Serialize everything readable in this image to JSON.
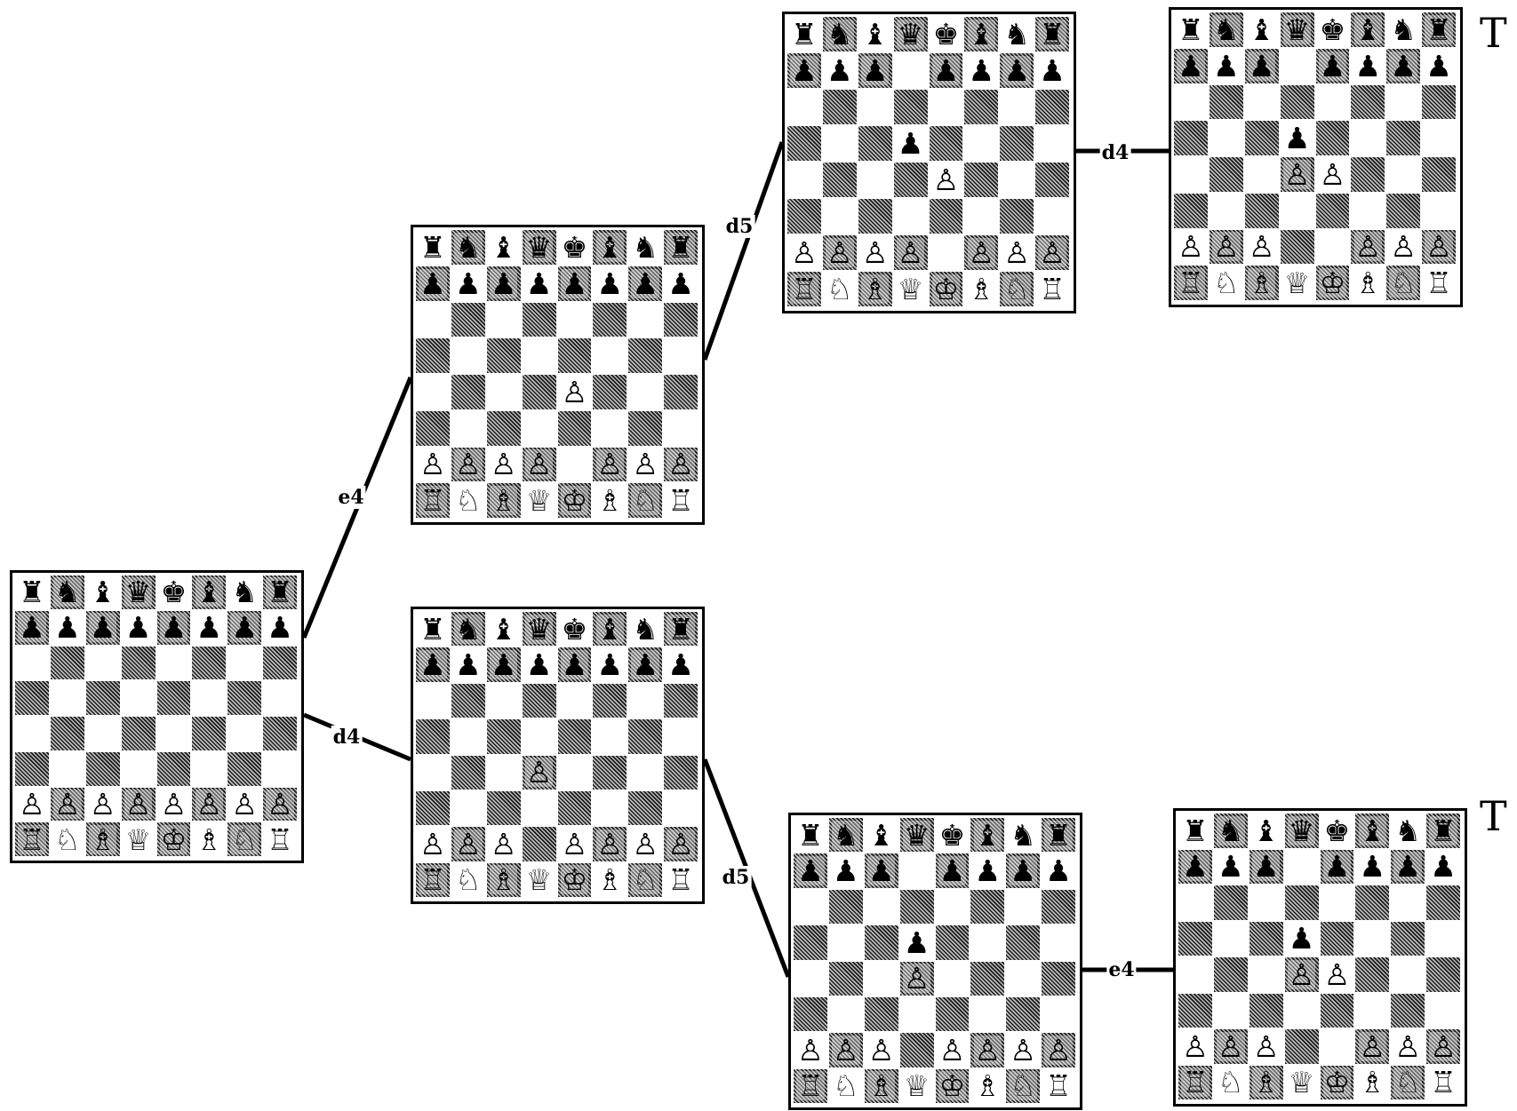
{
  "diagram": {
    "positions": [
      {
        "id": "start",
        "ranks": [
          "rnbqkbnr",
          "pppppppp",
          "........",
          "........",
          "........",
          "........",
          "PPPPPPPP",
          "RNBQKBNR"
        ]
      },
      {
        "id": "after-e4",
        "ranks": [
          "rnbqkbnr",
          "pppppppp",
          "........",
          "........",
          "....P...",
          "........",
          "PPPP.PPP",
          "RNBQKBNR"
        ]
      },
      {
        "id": "after-d4",
        "ranks": [
          "rnbqkbnr",
          "pppppppp",
          "........",
          "........",
          "...P....",
          "........",
          "PPP.PPPP",
          "RNBQKBNR"
        ]
      },
      {
        "id": "after-e4-d5",
        "ranks": [
          "rnbqkbnr",
          "ppp.pppp",
          "........",
          "...p....",
          "....P...",
          "........",
          "PPPP.PPP",
          "RNBQKBNR"
        ]
      },
      {
        "id": "after-e4-d5-d4",
        "ranks": [
          "rnbqkbnr",
          "ppp.pppp",
          "........",
          "...p....",
          "...PP...",
          "........",
          "PPP..PPP",
          "RNBQKBNR"
        ]
      },
      {
        "id": "after-d4-d5",
        "ranks": [
          "rnbqkbnr",
          "ppp.pppp",
          "........",
          "...p....",
          "...P....",
          "........",
          "PPP.PPPP",
          "RNBQKBNR"
        ]
      },
      {
        "id": "after-d4-d5-e4",
        "ranks": [
          "rnbqkbnr",
          "ppp.pppp",
          "........",
          "...p....",
          "...PP...",
          "........",
          "PPP..PPP",
          "RNBQKBNR"
        ]
      }
    ],
    "moves": [
      {
        "from": "start",
        "to": "after-e4",
        "label": "e4"
      },
      {
        "from": "start",
        "to": "after-d4",
        "label": "d4"
      },
      {
        "from": "after-e4",
        "to": "after-e4-d5",
        "label": "d5"
      },
      {
        "from": "after-e4-d5",
        "to": "after-e4-d5-d4",
        "label": "d4"
      },
      {
        "from": "after-d4",
        "to": "after-d4-d5",
        "label": "d5"
      },
      {
        "from": "after-d4-d5",
        "to": "after-d4-d5-e4",
        "label": "e4"
      }
    ],
    "terminal_marks": [
      {
        "position": "after-e4-d5-d4",
        "label": "T"
      },
      {
        "position": "after-d4-d5-e4",
        "label": "T"
      }
    ],
    "pieces": {
      "K": "♔",
      "Q": "♕",
      "R": "♖",
      "B": "♗",
      "N": "♘",
      "P": "♙",
      "k": "♚",
      "q": "♛",
      "r": "♜",
      "b": "♝",
      "n": "♞",
      "p": "♟"
    }
  }
}
